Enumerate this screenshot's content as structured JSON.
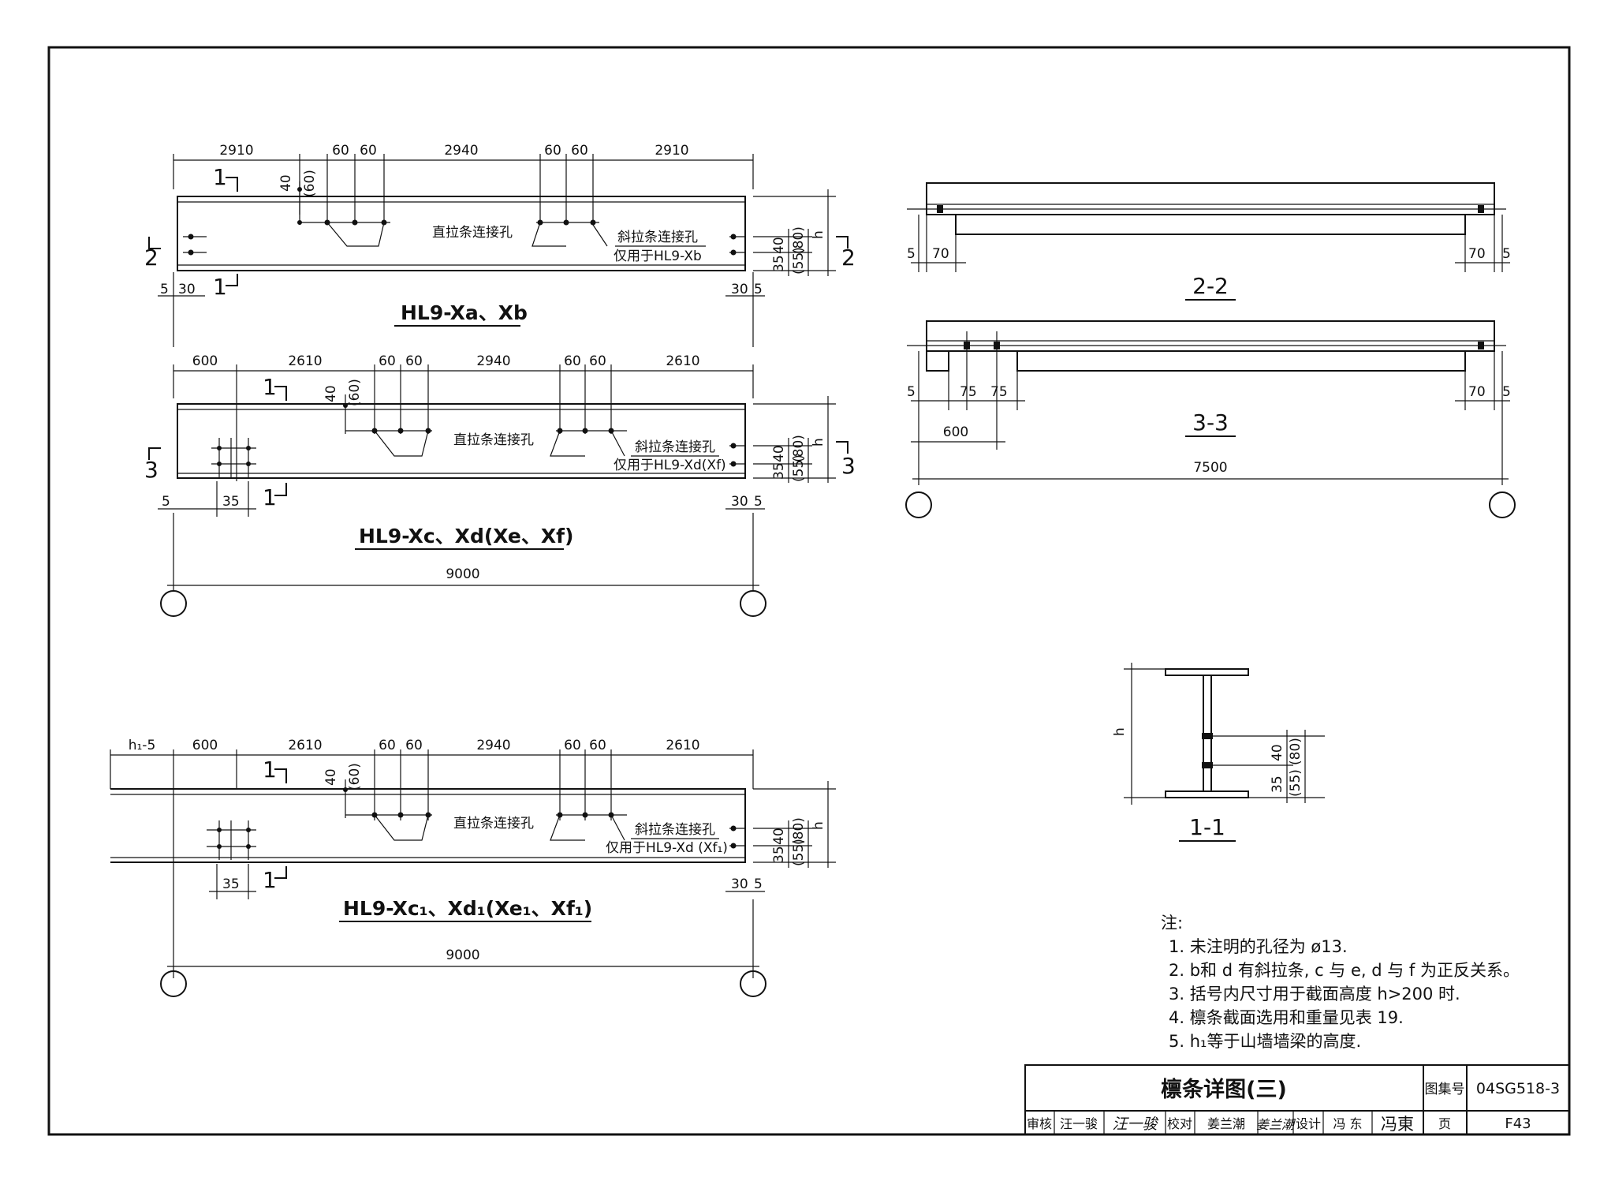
{
  "beam_ab": {
    "dims_top": [
      "2910",
      "60",
      "60",
      "2940",
      "60",
      "60",
      "2910"
    ],
    "dim_40": "40",
    "dim_60": "(60)",
    "straight_holes": "直拉条连接孔",
    "diag_holes": "斜拉条连接孔",
    "diag_only": "仅用于HL9-Xb",
    "dim_h": "h",
    "dim_35": "35",
    "dim_40b": "40",
    "dim_55": "(55)",
    "dim_80": "(80)",
    "dim_5": "5",
    "dim_30": "30",
    "dim_30r": "30",
    "dim_5r": "5",
    "sec_1": "1",
    "sec_2": "2",
    "title": "HL9-Xa、Xb"
  },
  "beam_cd": {
    "dims_top": [
      "600",
      "2610",
      "60",
      "60",
      "2940",
      "60",
      "60",
      "2610"
    ],
    "dim_40": "40",
    "dim_60": "(60)",
    "straight_holes": "直拉条连接孔",
    "diag_holes": "斜拉条连接孔",
    "diag_only": "仅用于HL9-Xd(Xf)",
    "dim_h": "h",
    "dim_35": "35",
    "dim_40b": "40",
    "dim_55": "(55)",
    "dim_80": "(80)",
    "dim_5": "5",
    "dim_35l": "35",
    "dim_30r": "30",
    "dim_5r": "5",
    "sec_1": "1",
    "sec_3": "3",
    "title": "HL9-Xc、Xd(Xe、Xf)",
    "span": "9000"
  },
  "beam_cd1": {
    "dims_top": [
      "h₁-5",
      "600",
      "2610",
      "60",
      "60",
      "2940",
      "60",
      "60",
      "2610"
    ],
    "dim_40": "40",
    "dim_60": "(60)",
    "straight_holes": "直拉条连接孔",
    "diag_holes": "斜拉条连接孔",
    "diag_only": "仅用于HL9-Xd (Xf₁)",
    "dim_h": "h",
    "dim_35": "35",
    "dim_40b": "40",
    "dim_55": "(55)",
    "dim_80": "(80)",
    "dim_35l": "35",
    "dim_30r": "30",
    "dim_5r": "5",
    "sec_1": "1",
    "title": "HL9-Xc₁、Xd₁(Xe₁、Xf₁)",
    "span": "9000"
  },
  "section_22": {
    "dims": [
      "5",
      "70",
      "70",
      "5"
    ],
    "title": "2-2"
  },
  "section_33": {
    "dims": [
      "5",
      "75",
      "75",
      "70",
      "5"
    ],
    "dim_600": "600",
    "span": "7500",
    "title": "3-3"
  },
  "section_11": {
    "dim_h": "h",
    "dim_40": "40",
    "dim_35": "35",
    "dim_80": "(80)",
    "dim_55": "(55)",
    "title": "1-1"
  },
  "notes": {
    "heading": "注:",
    "items": [
      "1. 未注明的孔径为 ø13.",
      "2. b和 d 有斜拉条, c 与 e, d 与 f 为正反关系。",
      "3. 括号内尺寸用于截面高度 h>200 时.",
      "4. 檩条截面选用和重量见表 19.",
      "5. h₁等于山墙墙梁的高度."
    ]
  },
  "title_block": {
    "title": "檩条详图(三)",
    "atlas_label": "图集号",
    "atlas_no": "04SG518-3",
    "review_label": "审核",
    "reviewer": "汪一骏",
    "reviewer_sig": "汪一骏",
    "check_label": "校对",
    "checker": "姜兰潮",
    "checker_sig": "姜兰潮",
    "design_label": "设计",
    "designer": "冯 东",
    "designer_sig": "冯東",
    "page_label": "页",
    "page_no": "F43"
  }
}
